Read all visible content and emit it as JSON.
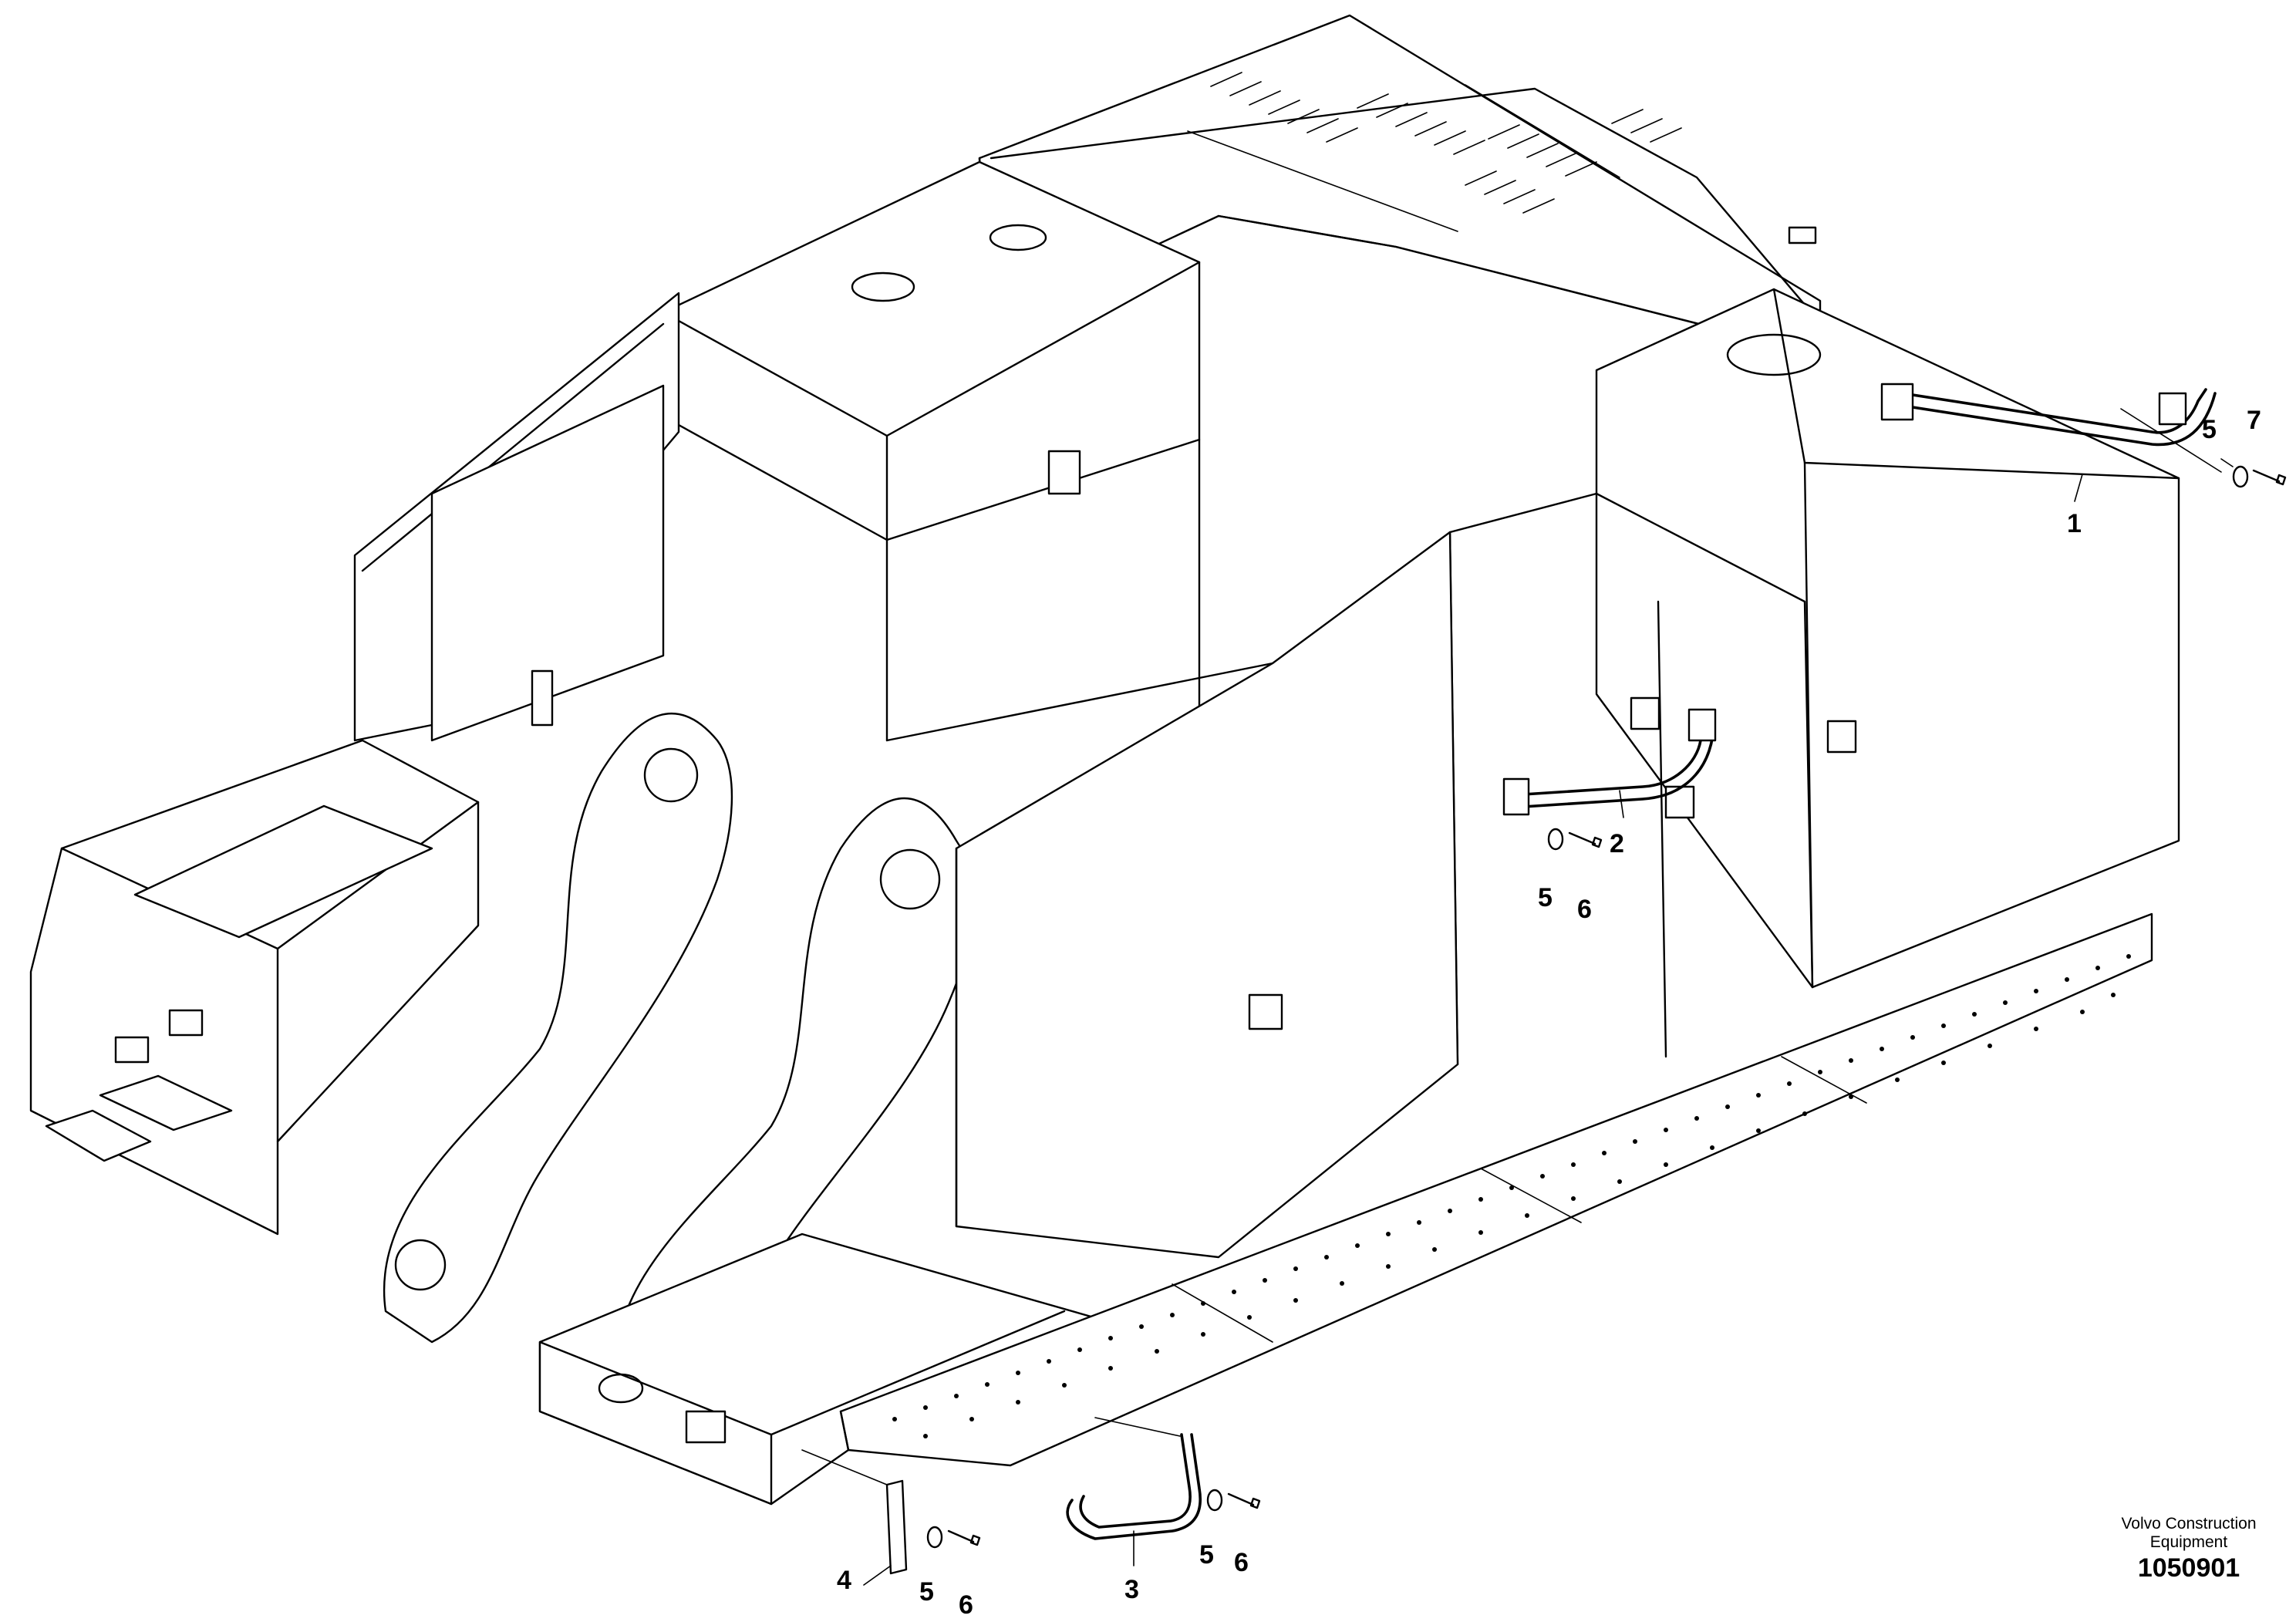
{
  "drawing": {
    "subject": "Volvo excavator upper frame with handrails",
    "colors": {
      "line": "#000000",
      "background": "#ffffff"
    }
  },
  "callouts": [
    {
      "id": "c1a",
      "label": "1"
    },
    {
      "id": "c2a",
      "label": "2"
    },
    {
      "id": "c3a",
      "label": "3"
    },
    {
      "id": "c4a",
      "label": "4"
    },
    {
      "id": "c5a",
      "label": "5"
    },
    {
      "id": "c5b",
      "label": "5"
    },
    {
      "id": "c5c",
      "label": "5"
    },
    {
      "id": "c5d",
      "label": "5"
    },
    {
      "id": "c6a",
      "label": "6"
    },
    {
      "id": "c6b",
      "label": "6"
    },
    {
      "id": "c6c",
      "label": "6"
    },
    {
      "id": "c7a",
      "label": "7"
    }
  ],
  "footer": {
    "vendor_line1": "Volvo Construction",
    "vendor_line2": "Equipment",
    "drawing_number": "1050901"
  }
}
